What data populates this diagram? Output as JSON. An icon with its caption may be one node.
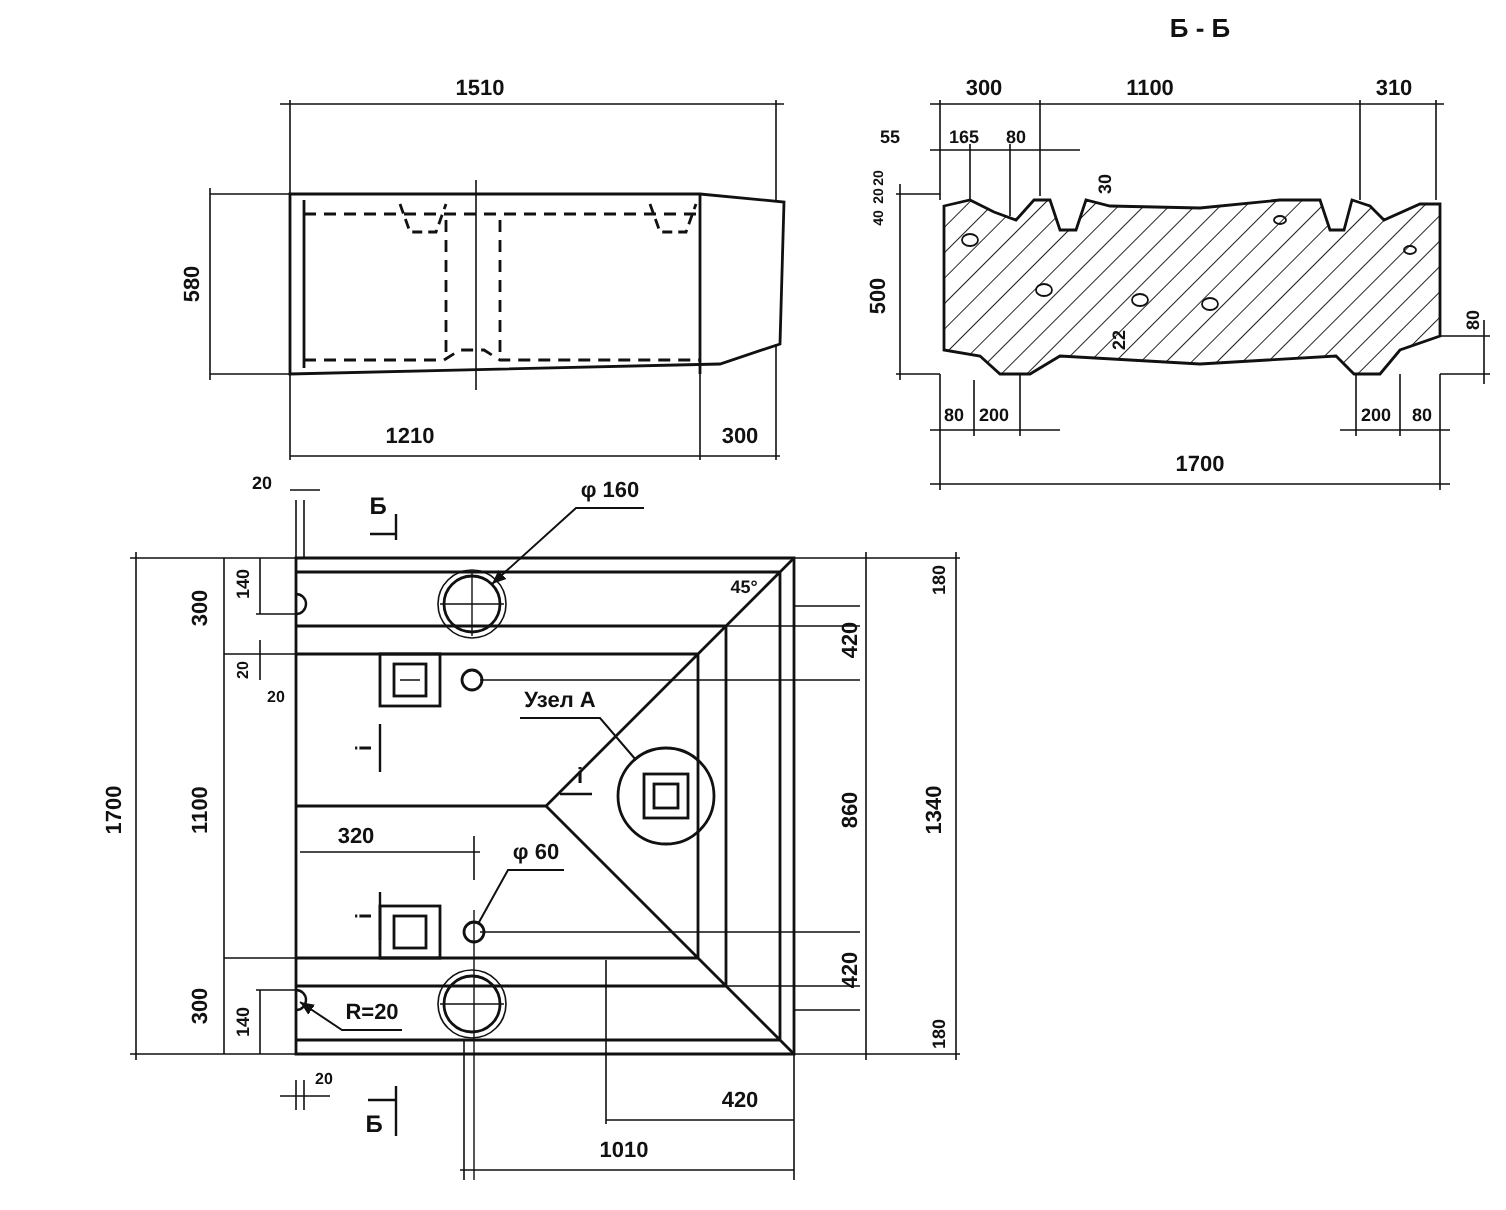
{
  "diagram": {
    "nodes": [
      {
        "text": [
          "φ 160"
        ]
      },
      {
        "text": [],
        "shape": "circle"
      },
      {
        "text": [
          "Узел А"
        ]
      },
      {
        "text": [],
        "shape": "circle"
      },
      {
        "text": [
          "φ 60"
        ]
      },
      {
        "text": [],
        "shape": "circle"
      },
      {
        "text": [
          "R=20"
        ]
      }
    ],
    "edges": [
      {
        "from": 0,
        "to": 1,
        "arrow": "to"
      },
      {
        "from": 2,
        "to": 3,
        "arrow": "none"
      },
      {
        "from": 4,
        "to": 5,
        "arrow": "none"
      },
      {
        "from": 6,
        "to": null,
        "arrow": "to"
      }
    ],
    "labels": [
      "Б - Б",
      "1510",
      "580",
      "1210",
      "300",
      "300",
      "1100",
      "310",
      "55",
      "165",
      "80",
      "40",
      "20",
      "20",
      "30",
      "500",
      "22",
      "80",
      "80",
      "200",
      "200",
      "80",
      "1700",
      "20",
      "Б",
      "300",
      "140",
      "20",
      "20",
      "1700",
      "1100",
      "320",
      "i",
      "i",
      "300",
      "140",
      "20",
      "Б",
      "45°",
      "i",
      "180",
      "420",
      "860",
      "1340",
      "420",
      "180",
      "420",
      "1010"
    ]
  }
}
